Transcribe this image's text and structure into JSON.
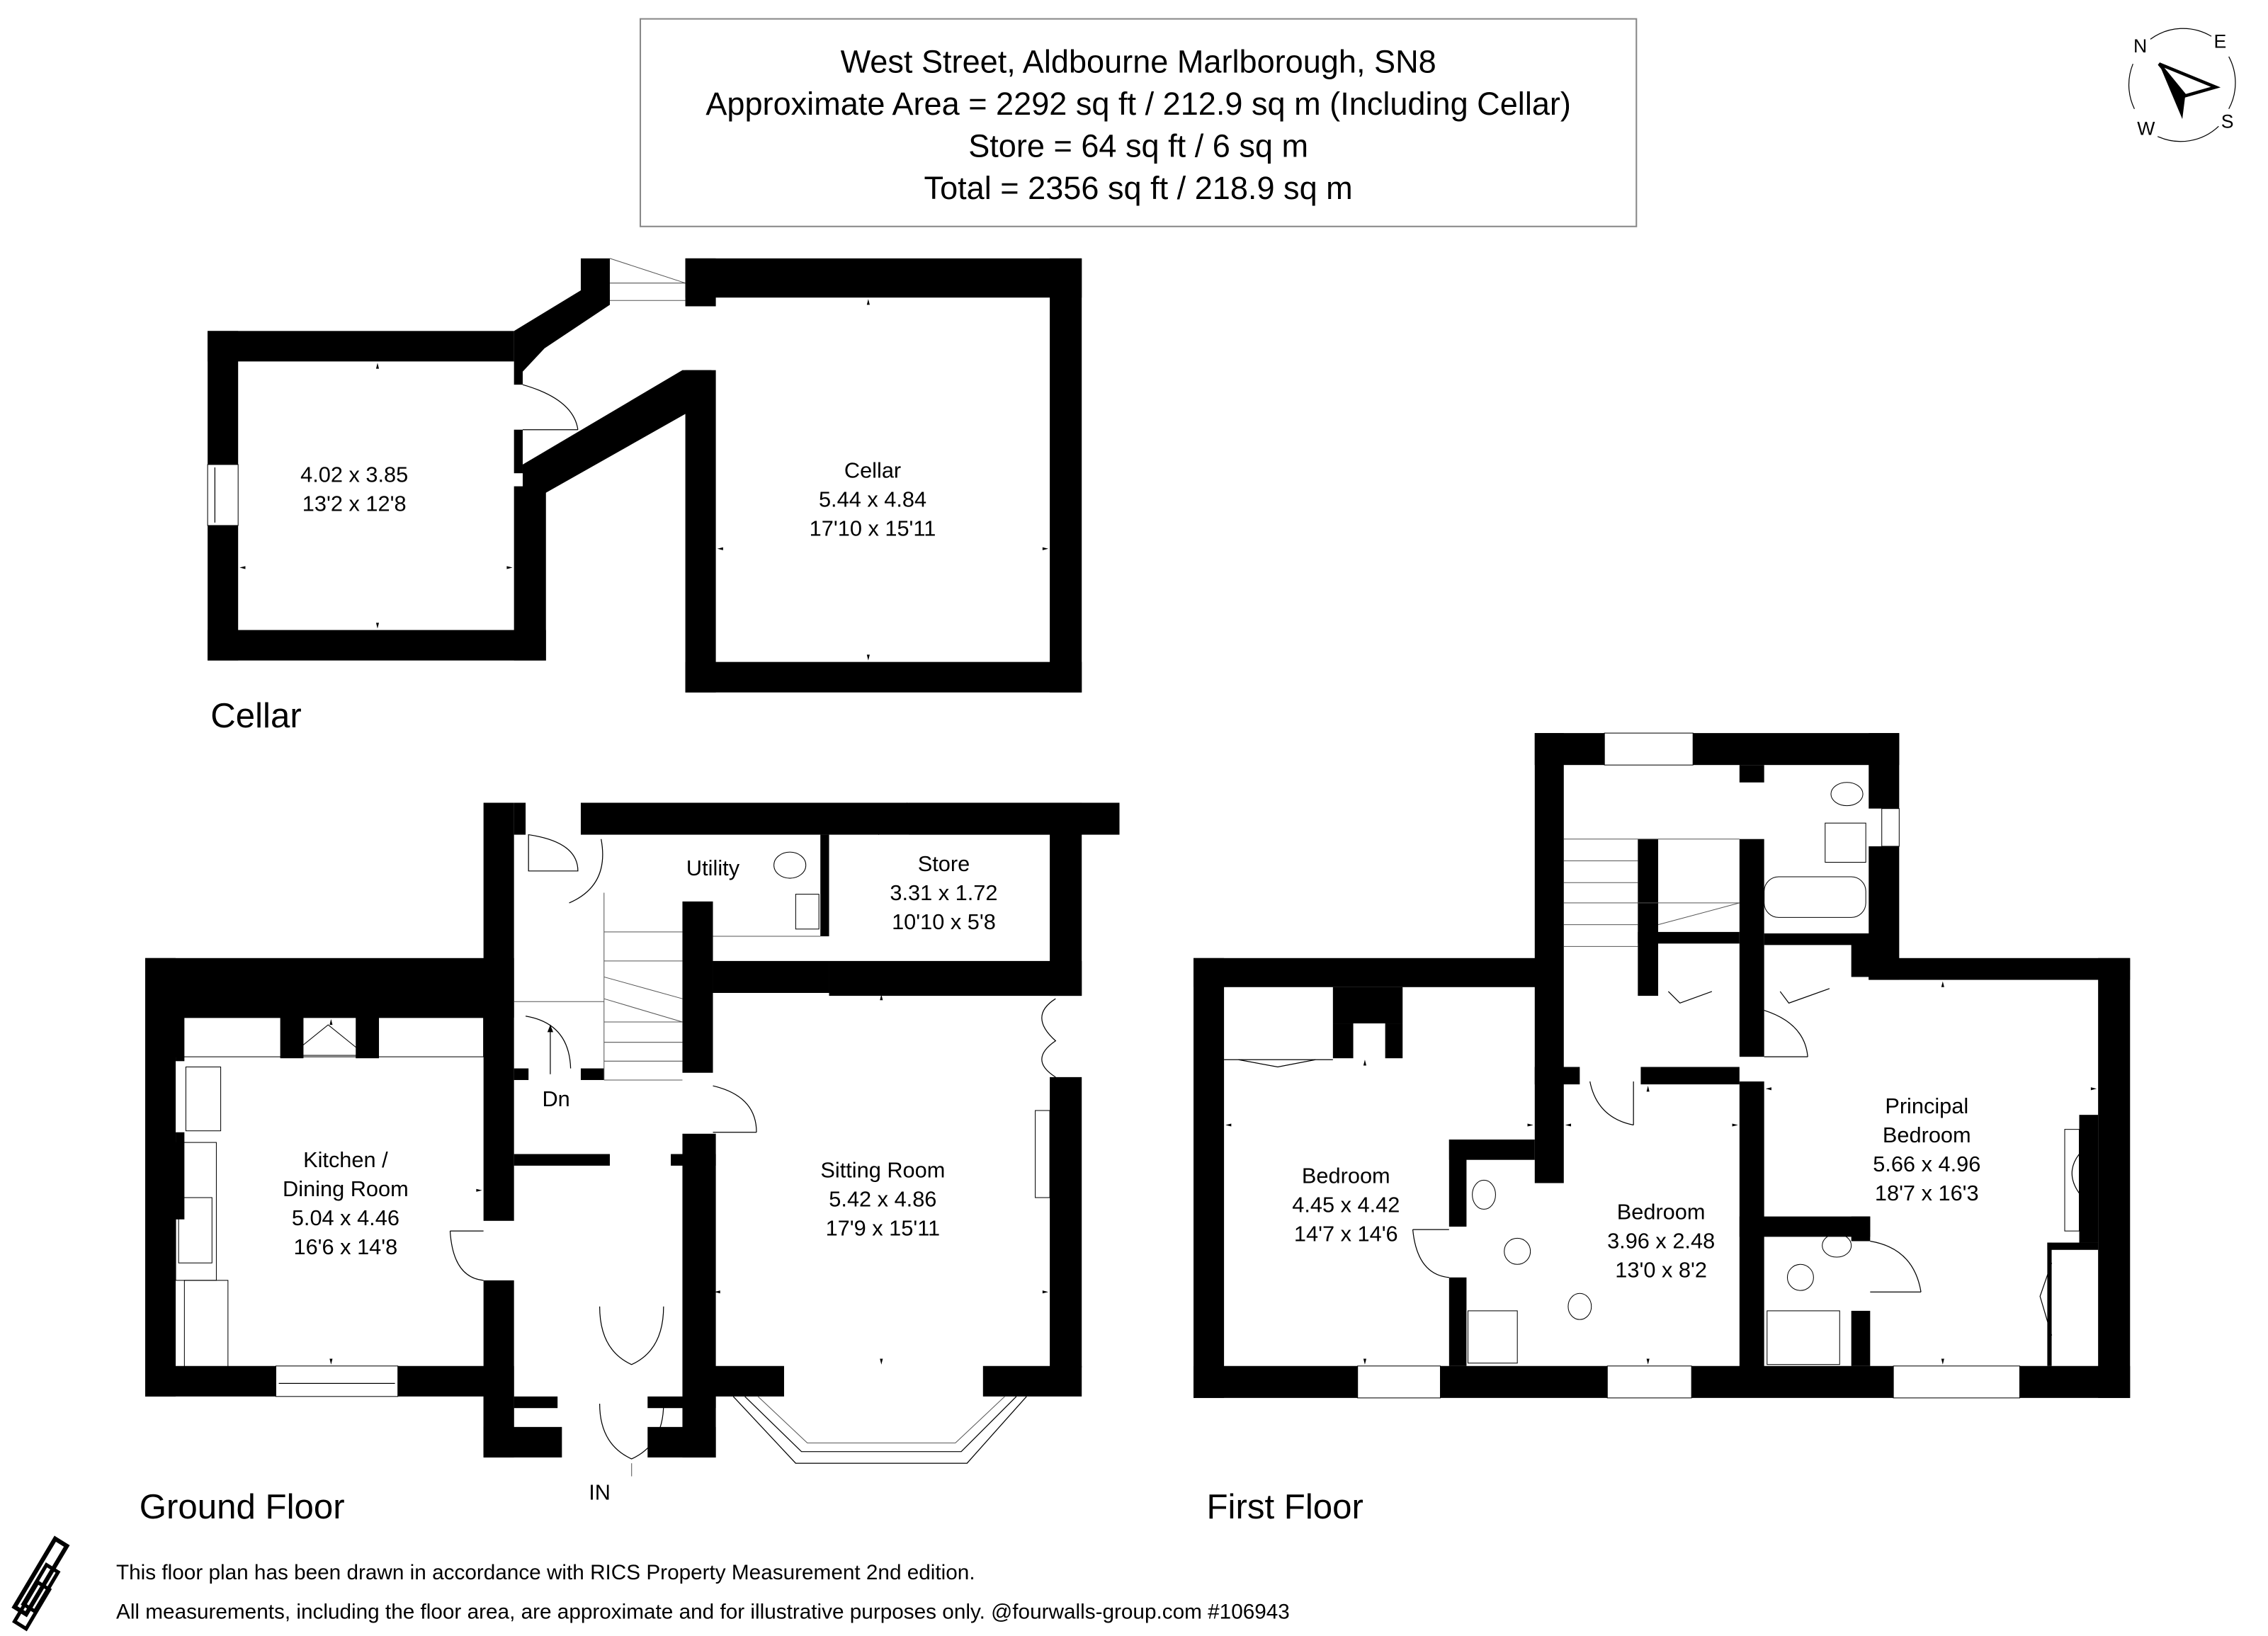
{
  "header": {
    "address": "West Street, Aldbourne Marlborough, SN8",
    "approximate_area": "Approximate Area = 2292 sq ft / 212.9 sq m (Including Cellar)",
    "store_area": "Store = 64 sq ft / 6 sq m",
    "total_area": "Total = 2356 sq ft / 218.9 sq m"
  },
  "compass": {
    "n": "N",
    "e": "E",
    "s": "S",
    "w": "W",
    "icon": "compass-icon"
  },
  "floors": {
    "cellar": {
      "label": "Cellar",
      "rooms": [
        {
          "name": "",
          "metric": "4.02 x 3.85",
          "imperial": "13'2 x 12'8"
        },
        {
          "name": "Cellar",
          "metric": "5.44 x 4.84",
          "imperial": "17'10 x 15'11"
        }
      ]
    },
    "ground": {
      "label": "Ground Floor",
      "rooms": [
        {
          "name_line1": "Kitchen /",
          "name_line2": "Dining Room",
          "metric": "5.04 x 4.46",
          "imperial": "16'6 x 14'8"
        },
        {
          "name": "Sitting Room",
          "metric": "5.42 x 4.86",
          "imperial": "17'9 x 15'11"
        },
        {
          "name": "Store",
          "metric": "3.31 x 1.72",
          "imperial": "10'10 x 5'8"
        },
        {
          "name": "Utility"
        }
      ],
      "stairs_label": "Dn",
      "entrance_label": "IN"
    },
    "first": {
      "label": "First Floor",
      "rooms": [
        {
          "name": "Bedroom",
          "metric": "4.45 x 4.42",
          "imperial": "14'7 x 14'6"
        },
        {
          "name": "Bedroom",
          "metric": "3.96 x 2.48",
          "imperial": "13'0 x 8'2"
        },
        {
          "name_line1": "Principal",
          "name_line2": "Bedroom",
          "metric": "5.66 x 4.96",
          "imperial": "18'7 x 16'3"
        }
      ]
    }
  },
  "footer": {
    "line1": "This floor plan has been drawn in accordance with RICS Property Measurement 2nd edition.",
    "line2": "All measurements, including the floor area, are approximate and for illustrative purposes only. @fourwalls-group.com #106943",
    "logo": "fourwalls-logo-icon"
  }
}
